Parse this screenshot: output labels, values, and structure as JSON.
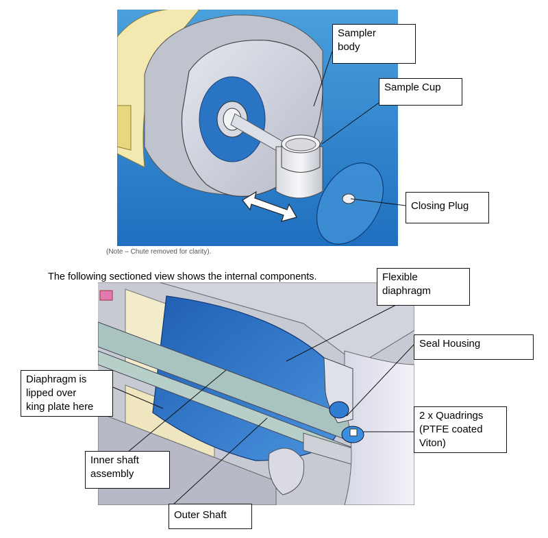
{
  "top_figure": {
    "labels": {
      "sampler_body": "Sampler\nbody",
      "sample_cup": "Sample Cup",
      "closing_plug": "Closing Plug"
    },
    "note": "(Note – Chute removed for clarity)."
  },
  "caption": "The following sectioned view shows the internal components.",
  "bottom_figure": {
    "labels": {
      "flexible_diaphragm": "Flexible\ndiaphragm",
      "seal_housing": "Seal Housing",
      "diaphragm_lipped": "Diaphragm is\nlipped over\nking plate here",
      "quadrings": "2 x Quadrings\n(PTFE coated\nViton)",
      "inner_shaft": "Inner shaft\nassembly",
      "outer_shaft": "Outer Shaft"
    }
  },
  "colors": {
    "background_blue": "#2f86cf",
    "metal": "#c9ccd6",
    "diaphragm_blue": "#2f6fc2",
    "shaft_green": "#a9c4c0",
    "cream": "#f2eccb"
  }
}
